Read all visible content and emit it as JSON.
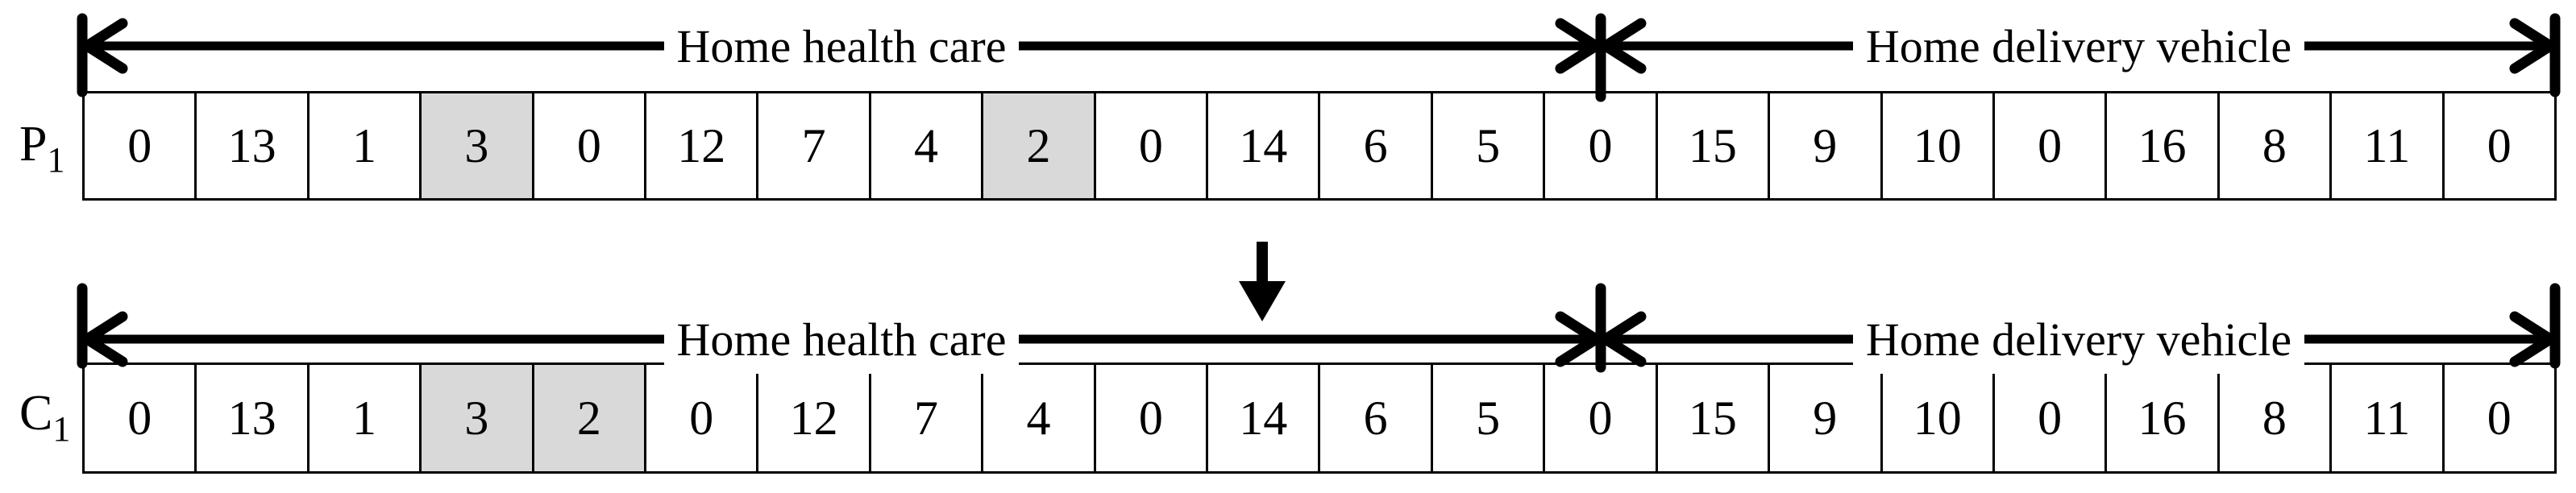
{
  "figure_type": "crossover-chromosome-diagram",
  "colors": {
    "line": "#000000",
    "background": "#ffffff",
    "shaded_cell": "#d9d9d9"
  },
  "section_labels": {
    "health_care": "Home health care",
    "delivery_vehicle": "Home delivery vehicle"
  },
  "rows": [
    {
      "id": "P1",
      "label_base": "P",
      "label_sub": "1",
      "health_care_cell_count": 14,
      "delivery_vehicle_cell_count": 8,
      "cells": [
        {
          "v": "0"
        },
        {
          "v": "13"
        },
        {
          "v": "1"
        },
        {
          "v": "3",
          "shaded": true
        },
        {
          "v": "0"
        },
        {
          "v": "12"
        },
        {
          "v": "7"
        },
        {
          "v": "4"
        },
        {
          "v": "2",
          "shaded": true
        },
        {
          "v": "0"
        },
        {
          "v": "14"
        },
        {
          "v": "6"
        },
        {
          "v": "5"
        },
        {
          "v": "0"
        },
        {
          "v": "15"
        },
        {
          "v": "9"
        },
        {
          "v": "10"
        },
        {
          "v": "0"
        },
        {
          "v": "16"
        },
        {
          "v": "8"
        },
        {
          "v": "11"
        },
        {
          "v": "0"
        }
      ]
    },
    {
      "id": "C1",
      "label_base": "C",
      "label_sub": "1",
      "health_care_cell_count": 14,
      "delivery_vehicle_cell_count": 8,
      "cells": [
        {
          "v": "0"
        },
        {
          "v": "13"
        },
        {
          "v": "1"
        },
        {
          "v": "3",
          "shaded": true
        },
        {
          "v": "2",
          "shaded": true
        },
        {
          "v": "0"
        },
        {
          "v": "12"
        },
        {
          "v": "7"
        },
        {
          "v": "4"
        },
        {
          "v": "0"
        },
        {
          "v": "14"
        },
        {
          "v": "6"
        },
        {
          "v": "5"
        },
        {
          "v": "0"
        },
        {
          "v": "15"
        },
        {
          "v": "9"
        },
        {
          "v": "10"
        },
        {
          "v": "0"
        },
        {
          "v": "16"
        },
        {
          "v": "8"
        },
        {
          "v": "11"
        },
        {
          "v": "0"
        }
      ]
    }
  ]
}
